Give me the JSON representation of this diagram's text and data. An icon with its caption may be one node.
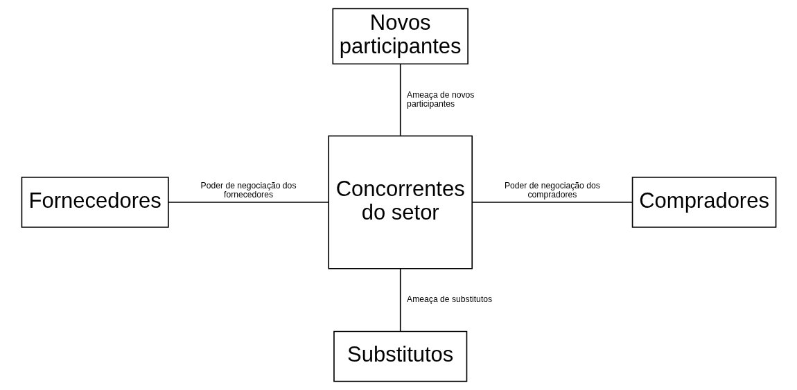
{
  "diagram": {
    "nodes": [
      {
        "text": [
          "Novos participantes"
        ]
      },
      {
        "text": [
          "Fornecedores"
        ]
      },
      {
        "text": [
          "Concorrentes do setor"
        ]
      },
      {
        "text": [
          "Compradores"
        ]
      },
      {
        "text": [
          "Substitutos"
        ]
      }
    ],
    "edges": [
      {
        "from": 0,
        "to": 2,
        "arrow": "none",
        "label": "Ameaça de novos participantes"
      },
      {
        "from": 1,
        "to": 2,
        "arrow": "none",
        "label": "Poder de negociação dos fornecedores"
      },
      {
        "from": 2,
        "to": 3,
        "arrow": "none",
        "label": "Poder de negociação dos compradores"
      },
      {
        "from": 2,
        "to": 4,
        "arrow": "none",
        "label": "Ameaça de substitutos"
      }
    ]
  }
}
